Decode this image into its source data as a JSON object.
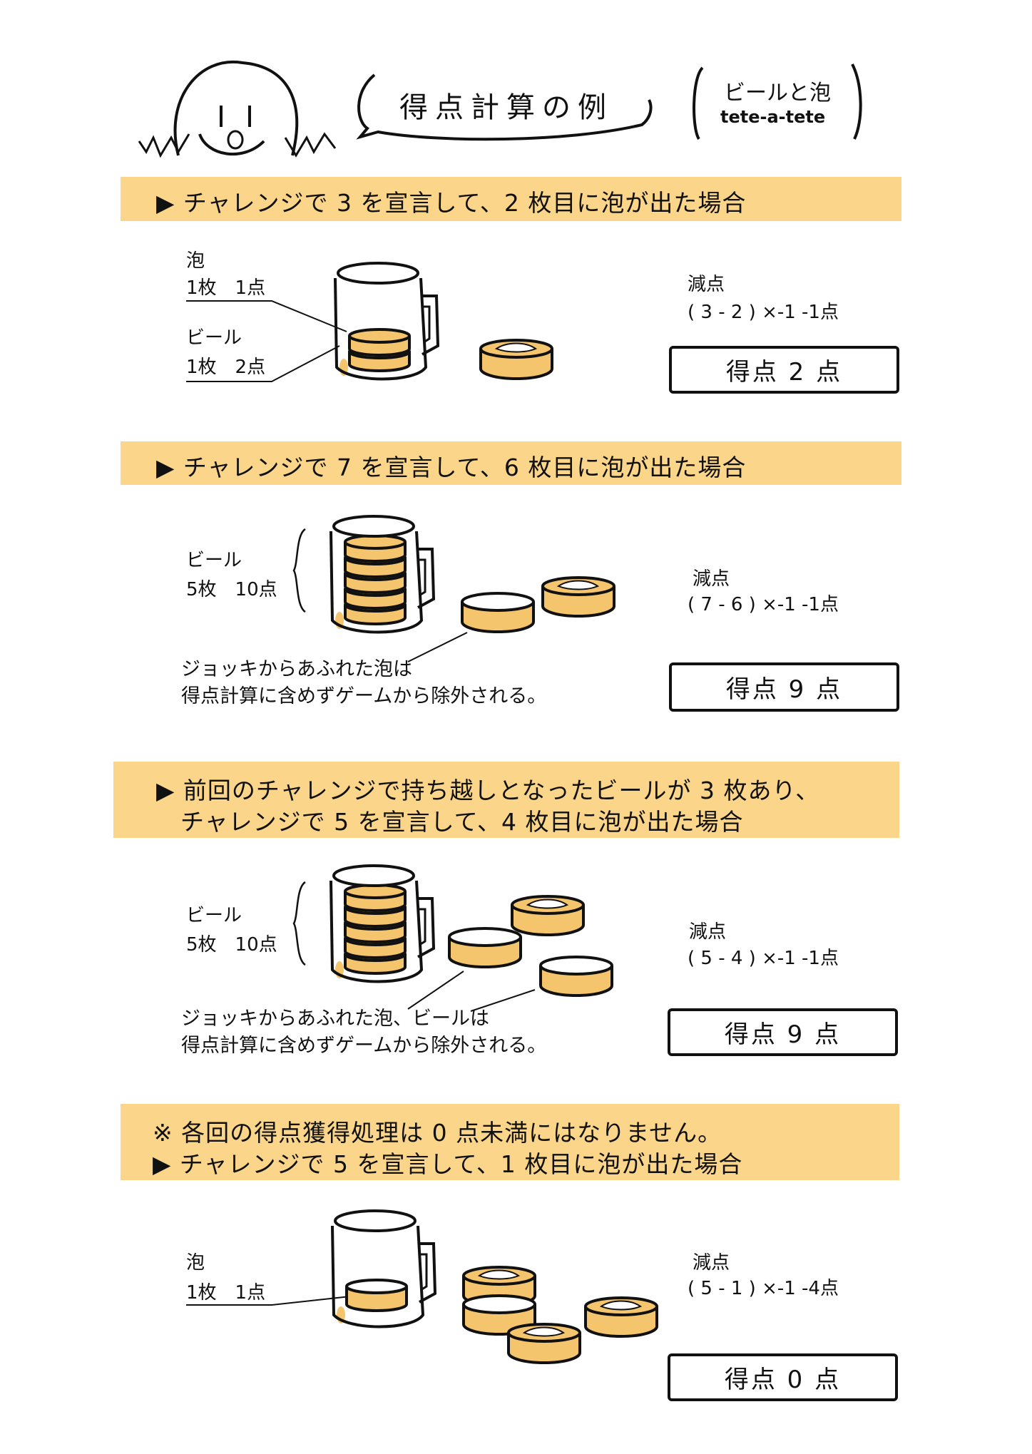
{
  "header": {
    "title": "得点計算の例",
    "logo_line1": "ビールと泡",
    "logo_line2": "tete-a-tete"
  },
  "colors": {
    "banner": "#fad58a",
    "beer": "#f5c56e"
  },
  "sections": [
    {
      "banner": [
        "▶ チャレンジで 3 を宣言して、2 枚目に泡が出た場合"
      ],
      "labels": [
        "泡",
        "1枚　1点",
        "ビール",
        "1枚　2点"
      ],
      "deduction_label": "減点",
      "deduction_formula": "( 3 - 2 ) ×-1  -1点",
      "score": "得点 2 点"
    },
    {
      "banner": [
        "▶ チャレンジで 7 を宣言して、6 枚目に泡が出た場合"
      ],
      "labels": [
        "ビール",
        "5枚　10点"
      ],
      "caption": [
        "ジョッキからあふれた泡は",
        "得点計算に含めずゲームから除外される。"
      ],
      "deduction_label": "減点",
      "deduction_formula": "( 7 - 6 ) ×-1  -1点",
      "score": "得点 9 点"
    },
    {
      "banner": [
        "▶ 前回のチャレンジで持ち越しとなったビールが 3 枚あり、",
        "　チャレンジで 5 を宣言して、4 枚目に泡が出た場合"
      ],
      "labels": [
        "ビール",
        "5枚　10点"
      ],
      "caption": [
        "ジョッキからあふれた泡、ビールは",
        "得点計算に含めずゲームから除外される。"
      ],
      "deduction_label": "減点",
      "deduction_formula": "( 5 - 4 ) ×-1  -1点",
      "score": "得点 9 点"
    },
    {
      "banner": [
        "※ 各回の得点獲得処理は 0 点未満にはなりません。",
        "▶ チャレンジで 5 を宣言して、1 枚目に泡が出た場合"
      ],
      "labels": [
        "泡",
        "1枚　1点"
      ],
      "deduction_label": "減点",
      "deduction_formula": "( 5 - 1 ) ×-1  -4点",
      "score": "得点 0 点"
    }
  ]
}
